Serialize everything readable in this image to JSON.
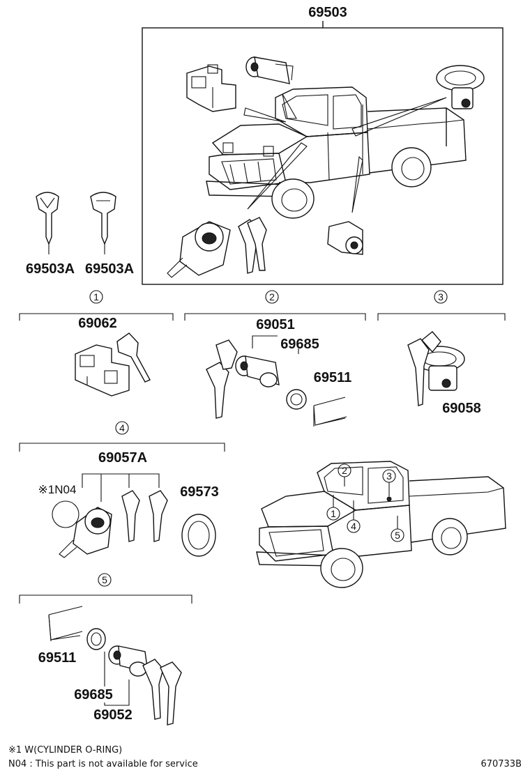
{
  "diagram": {
    "kit_part": "69503",
    "key_left": "69503A",
    "key_right": "69503A",
    "section_1": {
      "marker": "1",
      "part": "69062"
    },
    "section_2": {
      "marker": "2",
      "cylinder": "69051",
      "gasket": "69685",
      "retainer": "69511"
    },
    "section_3": {
      "marker": "3",
      "part": "69058"
    },
    "section_4": {
      "marker": "4",
      "assembly": "69057A",
      "o_ring": "※1N04",
      "bezel": "69573"
    },
    "section_5": {
      "marker": "5",
      "retainer": "69511",
      "gasket": "69685",
      "cylinder": "69052"
    },
    "truck_markers": [
      "2",
      "3",
      "1",
      "4",
      "5"
    ]
  },
  "footer": {
    "note_1": "※1 W(CYLINDER O-RING)",
    "note_2": "N04 : This part is not available for service",
    "code": "670733B"
  },
  "icons": [
    "key-icon",
    "truck-icon",
    "lock-cylinder-icon",
    "gasket-icon",
    "retainer-clip-icon",
    "bezel-ring-icon"
  ]
}
